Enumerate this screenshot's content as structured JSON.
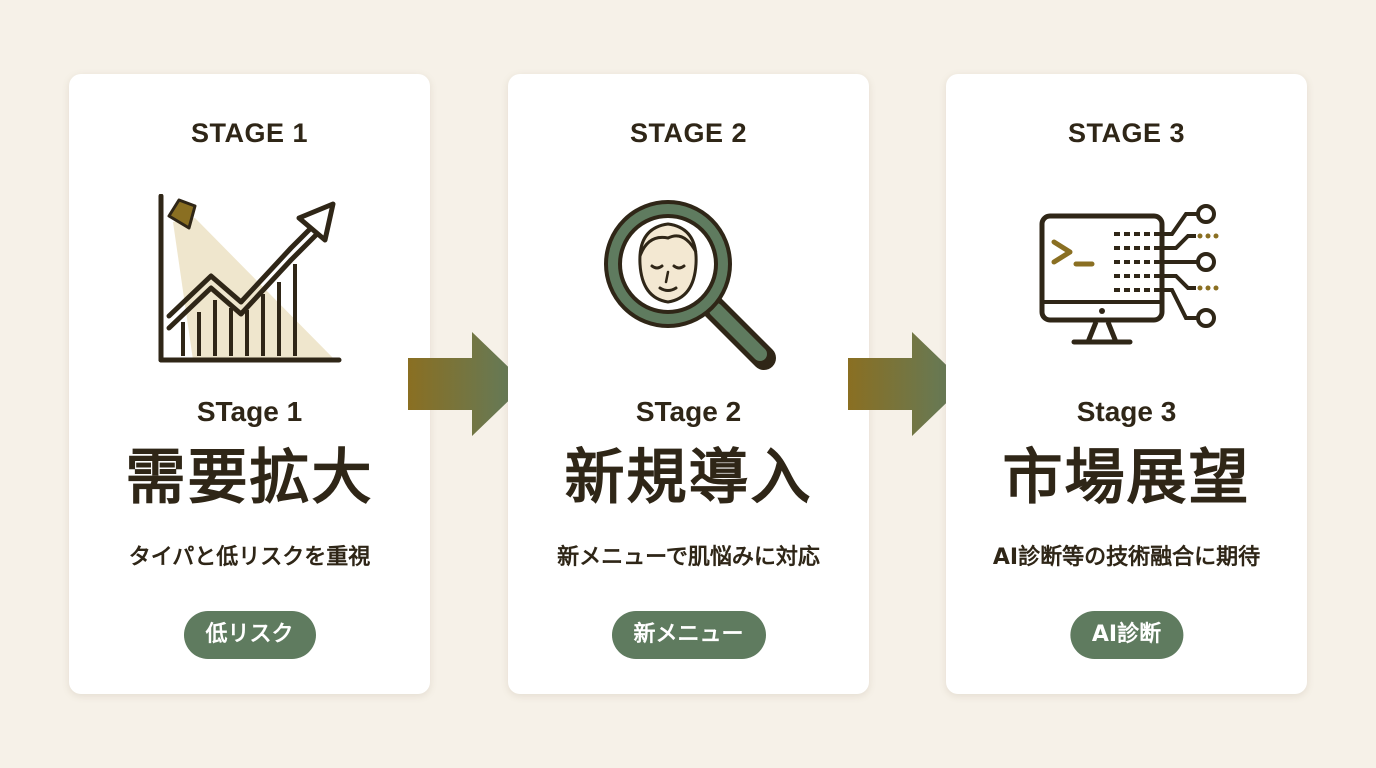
{
  "colors": {
    "background": "#f6f1e8",
    "card": "#ffffff",
    "text": "#2f2617",
    "badge": "#5f7b5f",
    "accent_gold": "#8a6f22",
    "accent_green": "#5f7b5f"
  },
  "stages": [
    {
      "label": "STAGE 1",
      "sub": "STage 1",
      "title": "需要拡大",
      "desc": "タイパと低リスクを重視",
      "badge": "低リスク",
      "icon": "growth-chart-spotlight-icon"
    },
    {
      "label": "STAGE 2",
      "sub": "STage 2",
      "title": "新規導入",
      "desc": "新メニューで肌悩みに対応",
      "badge": "新メニュー",
      "icon": "face-magnifier-icon"
    },
    {
      "label": "STAGE 3",
      "sub": "Stage 3",
      "title": "市場展望",
      "desc": "AI診断等の技術融合に期待",
      "badge": "AI診断",
      "icon": "computer-circuit-icon"
    }
  ],
  "connectors": [
    "arrow-right-icon",
    "arrow-right-icon"
  ]
}
